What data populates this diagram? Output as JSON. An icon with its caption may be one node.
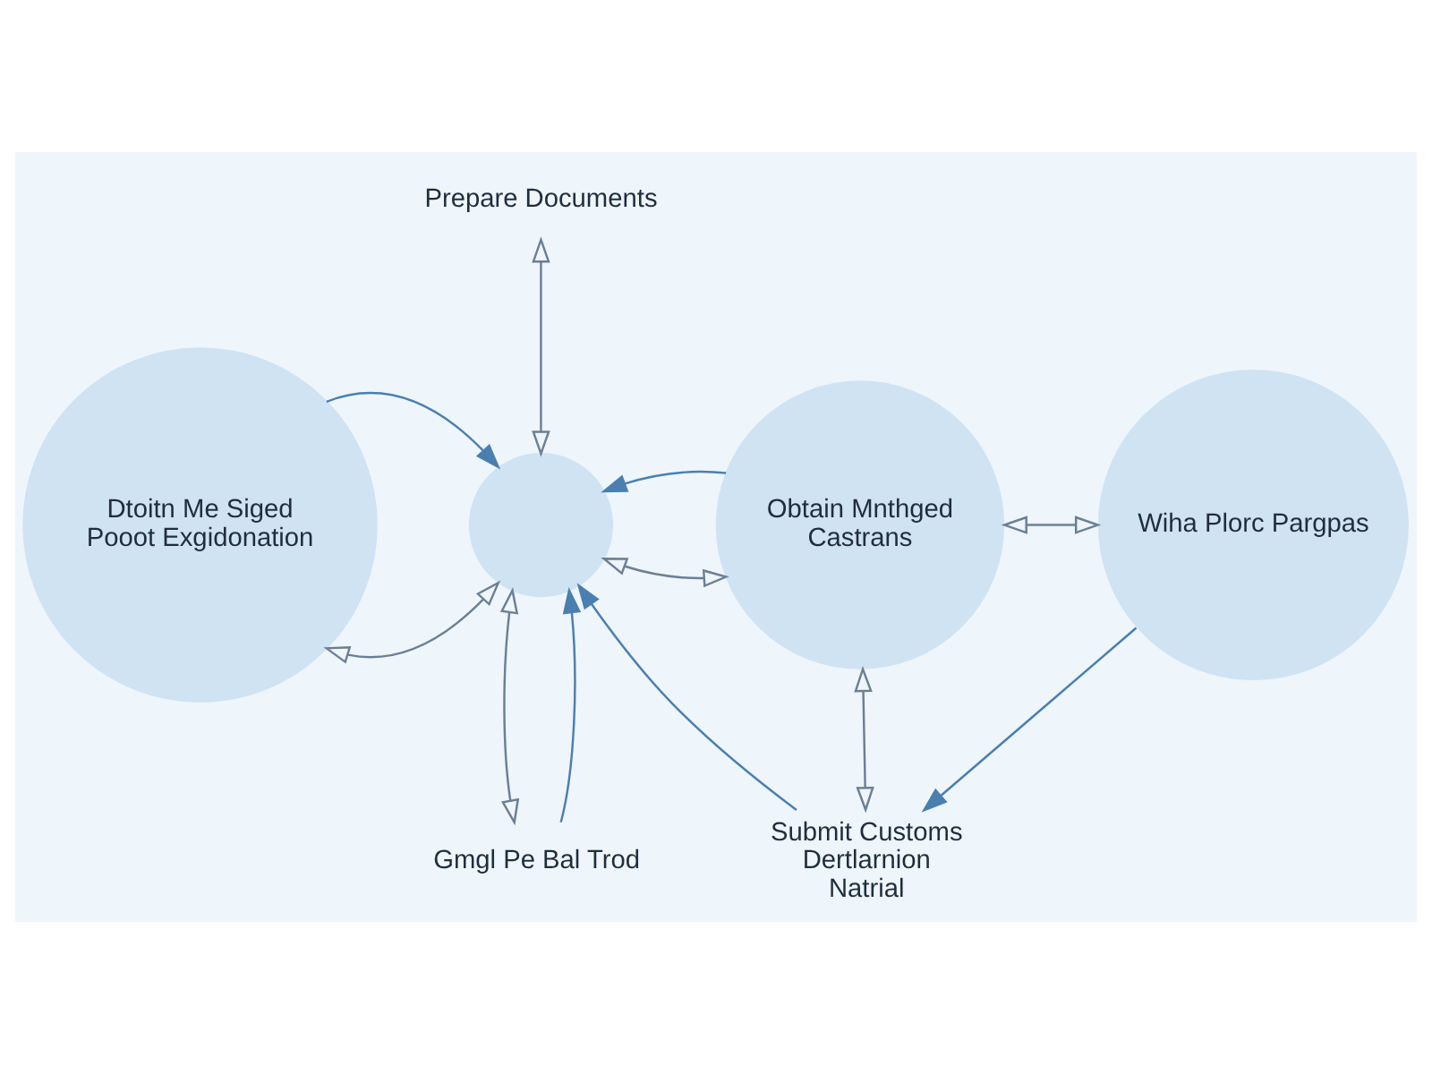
{
  "diagram": {
    "nodes": [
      {
        "text": [
          "Prepare Documents"
        ]
      },
      {
        "text": [
          "Dtoitn Me Siged Pooot Exgidonation"
        ]
      },
      {
        "text": [],
        "shape": "circle"
      },
      {
        "text": [
          "Obtain Mnthged Castrans"
        ]
      },
      {
        "text": [
          "Wiha Plorc Pargpas"
        ]
      },
      {
        "text": [
          "Gmgl Pe Bal Trod"
        ]
      },
      {
        "text": [
          "Submit Customs Dertlarnion Natrial"
        ]
      }
    ],
    "edges": [
      {
        "from": 1,
        "to": 2,
        "arrow": "both"
      },
      {
        "from": 2,
        "to": 3,
        "arrow": "both"
      },
      {
        "from": 3,
        "to": 4,
        "arrow": "both"
      },
      {
        "from": 0,
        "to": 2,
        "arrow": "both"
      },
      {
        "from": 2,
        "to": 5,
        "arrow": "both"
      },
      {
        "from": 3,
        "to": 6,
        "arrow": "both"
      },
      {
        "from": 1,
        "to": 2,
        "arrow": "to"
      },
      {
        "from": 3,
        "to": 2,
        "arrow": "to"
      },
      {
        "from": 5,
        "to": 2,
        "arrow": "to"
      },
      {
        "from": 6,
        "to": 2,
        "arrow": "to"
      },
      {
        "from": 4,
        "to": 6,
        "arrow": "to"
      }
    ]
  }
}
